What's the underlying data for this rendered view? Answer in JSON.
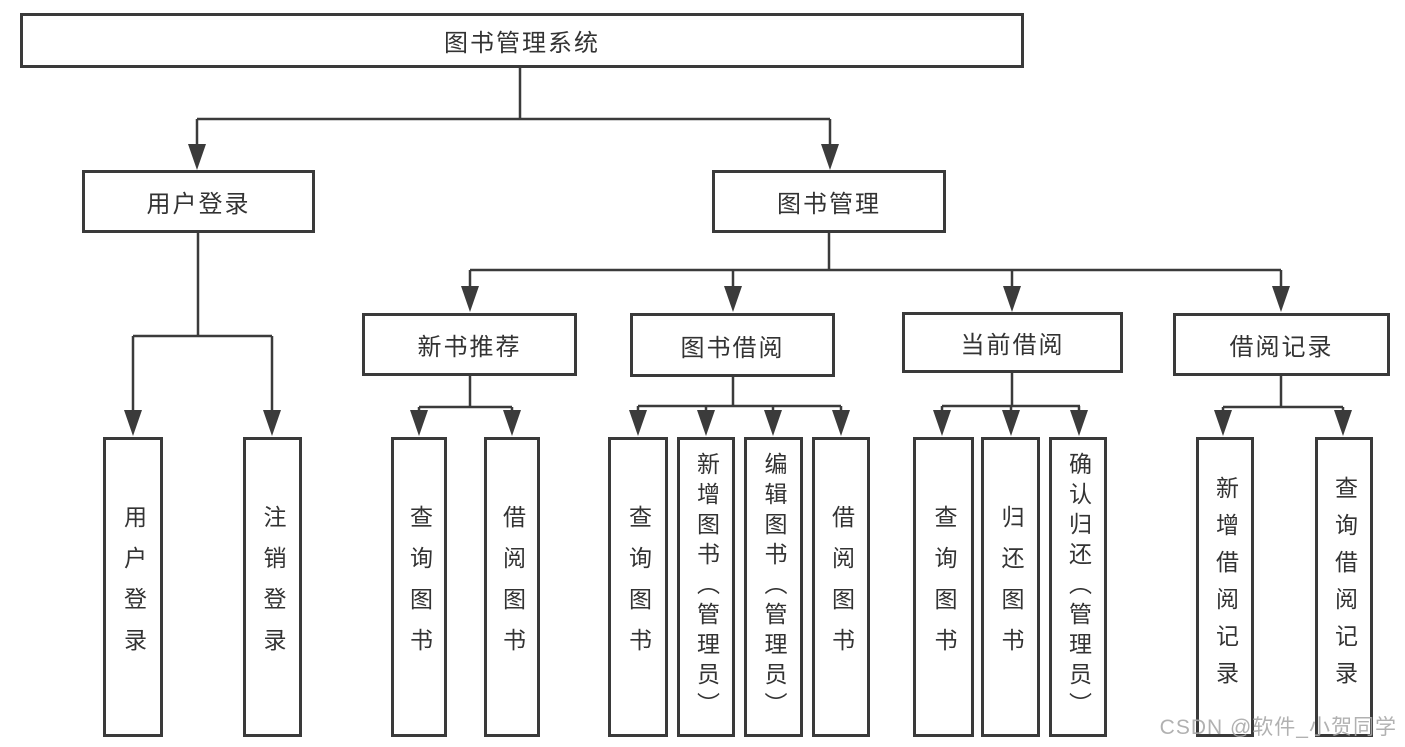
{
  "diagram": {
    "watermark": "CSDN @软件_小贺同学",
    "line_color": "#3b3b3b",
    "border_color": "#3a3a3a",
    "text_color": "#333333",
    "tree": {
      "label": "图书管理系统",
      "children": [
        {
          "label": "用户登录",
          "children": [
            {
              "label": "用户登录"
            },
            {
              "label": "注销登录"
            }
          ]
        },
        {
          "label": "图书管理",
          "children": [
            {
              "label": "新书推荐",
              "children": [
                {
                  "label": "查询图书"
                },
                {
                  "label": "借阅图书"
                }
              ]
            },
            {
              "label": "图书借阅",
              "children": [
                {
                  "label": "查询图书"
                },
                {
                  "label": "新增图书（管理员）"
                },
                {
                  "label": "编辑图书（管理员）"
                },
                {
                  "label": "借阅图书"
                }
              ]
            },
            {
              "label": "当前借阅",
              "children": [
                {
                  "label": "查询图书"
                },
                {
                  "label": "归还图书"
                },
                {
                  "label": "确认归还（管理员）"
                }
              ]
            },
            {
              "label": "借阅记录",
              "children": [
                {
                  "label": "新增借阅记录"
                },
                {
                  "label": "查询借阅记录"
                }
              ]
            }
          ]
        }
      ]
    }
  }
}
